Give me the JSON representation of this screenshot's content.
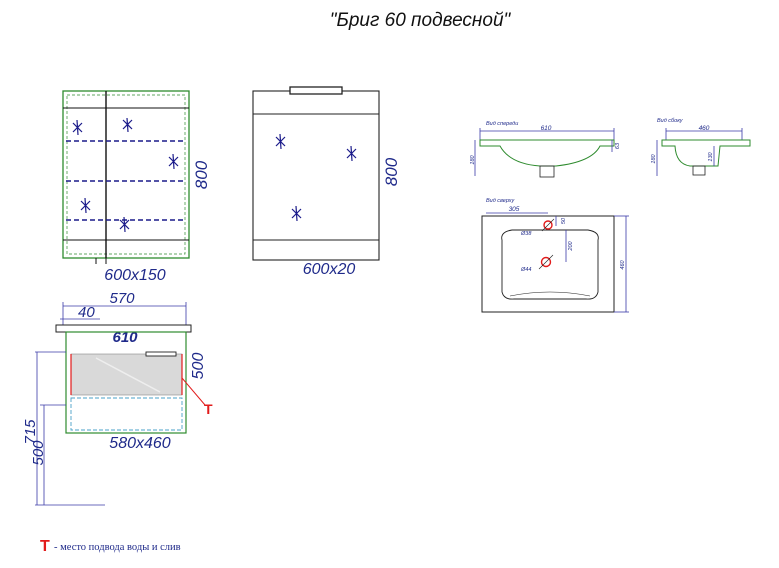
{
  "title": "\"Бриг 60 подвесной\"",
  "cabinet_front": {
    "height_label": "800",
    "size_label": "600x150"
  },
  "mirror": {
    "height_label": "800",
    "size_label": "600x20"
  },
  "vanity": {
    "width_570": "570",
    "offset_40": "40",
    "width_610": "610",
    "height_500_right": "500",
    "height_715": "715",
    "height_500_left": "500",
    "size_label": "580x460",
    "marker": "Т"
  },
  "sink": {
    "front_view_label": "Вид спереди",
    "front_width": "610",
    "front_height": "180",
    "front_depth_small": "63",
    "side_view_label": "Вид сбоку",
    "side_width": "460",
    "side_height": "180",
    "side_inner": "130",
    "top_view_label": "Вид сверху",
    "top_305": "305",
    "top_depth": "460",
    "hole1_label": "Ø38",
    "hole2_label": "Ø44",
    "dim_50": "50",
    "dim_200": "200"
  },
  "legend": {
    "marker": "Т",
    "text": "- место подвода воды и слив"
  },
  "colors": {
    "dimension": "#1f2a8a",
    "accent_red": "#e21b1b",
    "outline_green": "#2e8b2e",
    "panel_gray": "#d9d9d9"
  }
}
